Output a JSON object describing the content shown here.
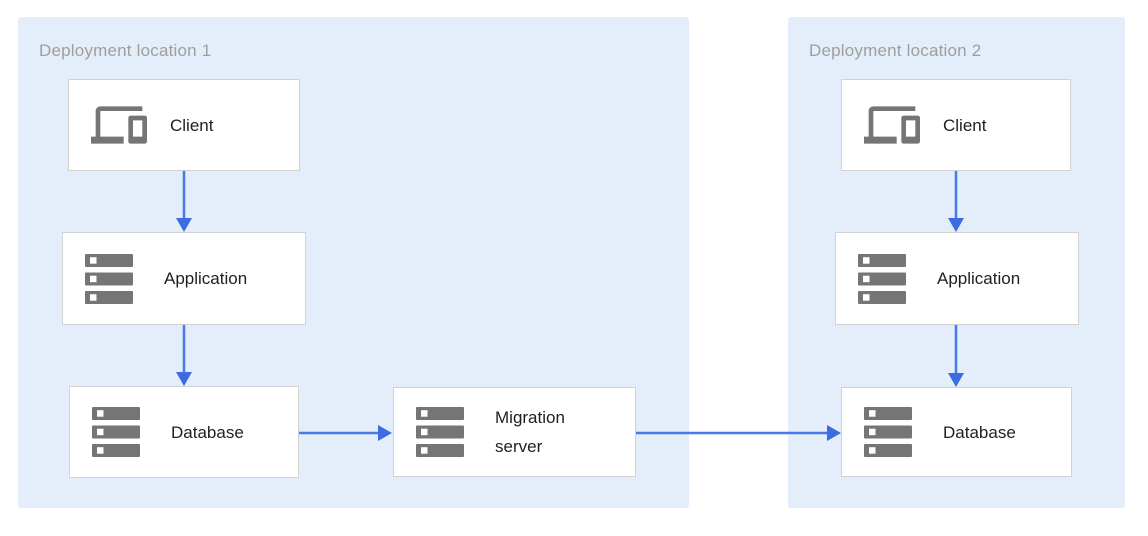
{
  "regions": [
    {
      "label": "Deployment location 1"
    },
    {
      "label": "Deployment location 2"
    }
  ],
  "nodes": [
    {
      "label": "Client",
      "icon": "devices-icon",
      "region": "Deployment location 1"
    },
    {
      "label": "Application",
      "icon": "server-stack-icon",
      "region": "Deployment location 1"
    },
    {
      "label": "Database",
      "icon": "server-stack-icon",
      "region": "Deployment location 1"
    },
    {
      "label": "Migration server",
      "icon": "server-stack-icon",
      "region": "Deployment location 1"
    },
    {
      "label": "Client",
      "icon": "devices-icon",
      "region": "Deployment location 2"
    },
    {
      "label": "Application",
      "icon": "server-stack-icon",
      "region": "Deployment location 2"
    },
    {
      "label": "Database",
      "icon": "server-stack-icon",
      "region": "Deployment location 2"
    }
  ],
  "edges": [
    {
      "from": "Client (Deployment location 1)",
      "to": "Application (Deployment location 1)"
    },
    {
      "from": "Application (Deployment location 1)",
      "to": "Database (Deployment location 1)"
    },
    {
      "from": "Database (Deployment location 1)",
      "to": "Migration server"
    },
    {
      "from": "Migration server",
      "to": "Database (Deployment location 2)"
    },
    {
      "from": "Client (Deployment location 2)",
      "to": "Application (Deployment location 2)"
    },
    {
      "from": "Application (Deployment location 2)",
      "to": "Database (Deployment location 2)"
    }
  ],
  "colors": {
    "region_fill": "#e4eefb",
    "node_fill": "#ffffff",
    "node_border": "#d2d2d2",
    "node_label": "#212121",
    "region_label": "#9e9e9e",
    "icon_gray": "#757575",
    "arrow_line": "#4779e8",
    "arrow_head": "#3d6ce0"
  }
}
